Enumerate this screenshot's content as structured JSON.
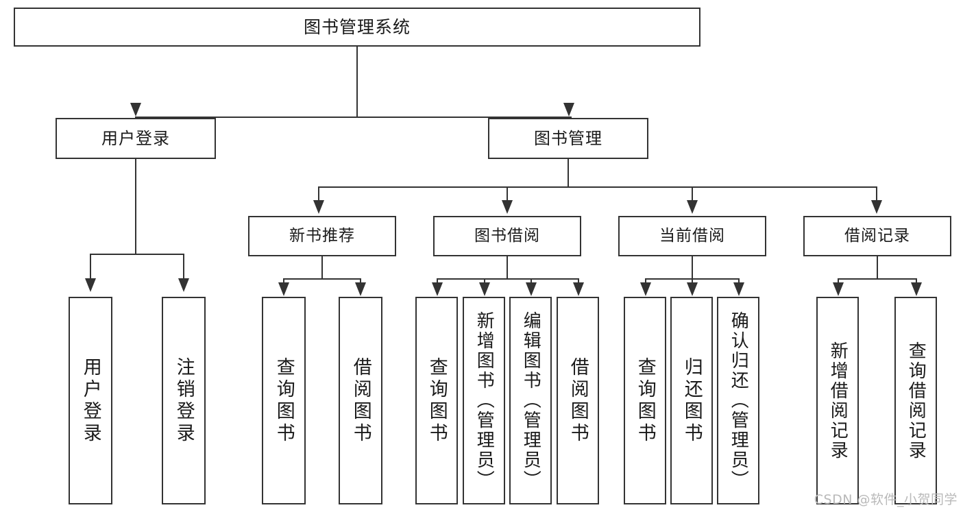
{
  "diagram": {
    "title": "图书管理系统",
    "watermark": "CSDN @软件_小贺同学",
    "accent_color": "#333333",
    "background_color": "#ffffff",
    "root": {
      "label": "图书管理系统"
    },
    "level1": [
      {
        "label": "用户登录"
      },
      {
        "label": "图书管理"
      }
    ],
    "level2": [
      {
        "label": "新书推荐"
      },
      {
        "label": "图书借阅"
      },
      {
        "label": "当前借阅"
      },
      {
        "label": "借阅记录"
      }
    ],
    "leaves": {
      "user_login": [
        {
          "label": "用户登录"
        },
        {
          "label": "注销登录"
        }
      ],
      "new_book": [
        {
          "label": "查询图书"
        },
        {
          "label": "借阅图书"
        }
      ],
      "book_borrow": [
        {
          "label": "查询图书"
        },
        {
          "label": "新增图书（管理员）"
        },
        {
          "label": "编辑图书（管理员）"
        },
        {
          "label": "借阅图书"
        }
      ],
      "current_borrow": [
        {
          "label": "查询图书"
        },
        {
          "label": "归还图书"
        },
        {
          "label": "确认归还（管理员）"
        }
      ],
      "borrow_record": [
        {
          "label": "新增借阅记录"
        },
        {
          "label": "查询借阅记录"
        }
      ]
    }
  }
}
